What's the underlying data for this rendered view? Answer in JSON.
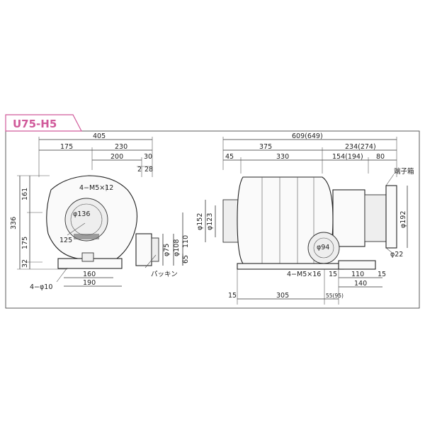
{
  "title": "U75-H5",
  "colors": {
    "accent": "#d05a9a",
    "line": "#333333"
  },
  "front_view": {
    "top_total": "405",
    "top_left": "175",
    "top_right": "230",
    "top_second": "200",
    "top_30": "30",
    "top_2": "2",
    "top_28": "28",
    "height_total": "336",
    "height_upper": "161",
    "height_lower": "175",
    "height_32": "32",
    "bolt_label": "4−M5×12",
    "inlet_dia": "φ136",
    "r125": "125",
    "outlet_75": "φ75",
    "outlet_108": "φ108",
    "right_110": "110",
    "right_65": "65",
    "base_160": "160",
    "base_190": "190",
    "foot_holes": "4−φ10",
    "gasket": "パッキン"
  },
  "side_view": {
    "total": "609(649)",
    "dim_375": "375",
    "dim_234": "234(274)",
    "dim_45": "45",
    "dim_330": "330",
    "dim_154": "154(194)",
    "dim_80": "80",
    "terminal_box": "端子箱",
    "d152": "φ152",
    "d123": "φ123",
    "d192": "φ192",
    "d94": "φ94",
    "d22": "φ22",
    "bolt_label": "4−M5×16",
    "dim_15a": "15",
    "dim_110": "110",
    "dim_15b": "15",
    "dim_140": "140",
    "dim_15c": "15",
    "dim_305": "305",
    "dim_55_95": "55(95)"
  }
}
